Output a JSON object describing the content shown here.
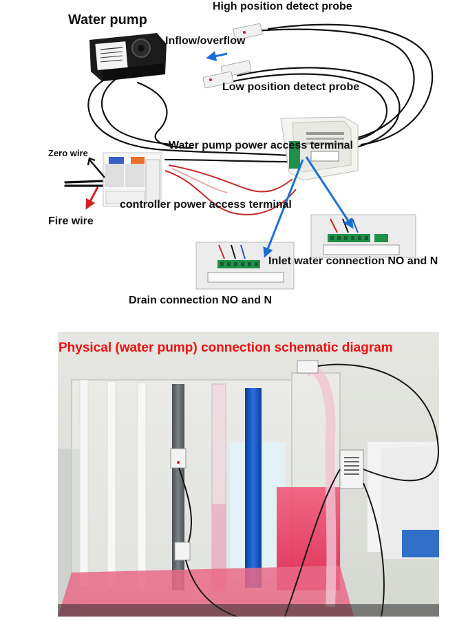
{
  "diagram": {
    "labels": {
      "water_pump": "Water pump",
      "high_probe": "High position detect probe",
      "inflow_overflow": "Inflow/overflow",
      "low_probe": "Low position detect probe",
      "pump_terminal": "Water pump power access terminal",
      "zero_wire": "Zero wire",
      "controller_terminal": "controller power access terminal",
      "fire_wire": "Fire wire",
      "inlet_connection": "Inlet water connection NO and N",
      "drain_connection": "Drain connection NO and N"
    },
    "colors": {
      "arrow_blue": "#1a6fd6",
      "arrow_red": "#d42020",
      "title_red": "#ef1010",
      "terminal_green": "#1f8f4a",
      "wire_black": "#111111"
    }
  },
  "photo": {
    "title": "Physical (water pump) connection schematic diagram"
  }
}
